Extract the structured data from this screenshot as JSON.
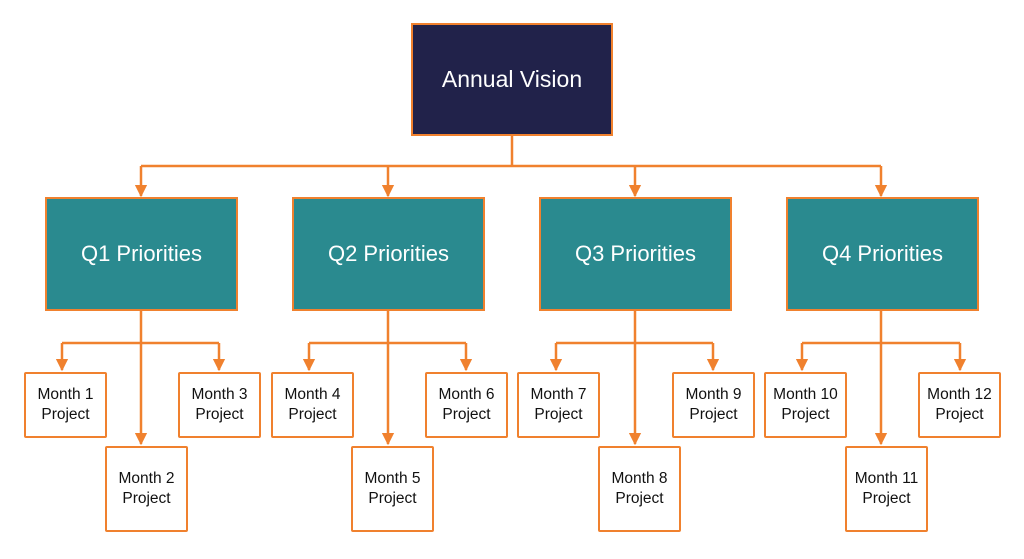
{
  "root": {
    "label": "Annual Vision"
  },
  "quarters": [
    {
      "label": "Q1 Priorities"
    },
    {
      "label": "Q2 Priorities"
    },
    {
      "label": "Q3 Priorities"
    },
    {
      "label": "Q4 Priorities"
    }
  ],
  "months": [
    {
      "line1": "Month 1",
      "line2": "Project"
    },
    {
      "line1": "Month 2",
      "line2": "Project"
    },
    {
      "line1": "Month 3",
      "line2": "Project"
    },
    {
      "line1": "Month 4",
      "line2": "Project"
    },
    {
      "line1": "Month 5",
      "line2": "Project"
    },
    {
      "line1": "Month 6",
      "line2": "Project"
    },
    {
      "line1": "Month 7",
      "line2": "Project"
    },
    {
      "line1": "Month 8",
      "line2": "Project"
    },
    {
      "line1": "Month 9",
      "line2": "Project"
    },
    {
      "line1": "Month 10",
      "line2": "Project"
    },
    {
      "line1": "Month 11",
      "line2": "Project"
    },
    {
      "line1": "Month 12",
      "line2": "Project"
    }
  ],
  "colors": {
    "connector": "#f0812e",
    "root_fill": "#21224a",
    "quarter_fill": "#2a8a8f",
    "month_fill": "#ffffff"
  }
}
